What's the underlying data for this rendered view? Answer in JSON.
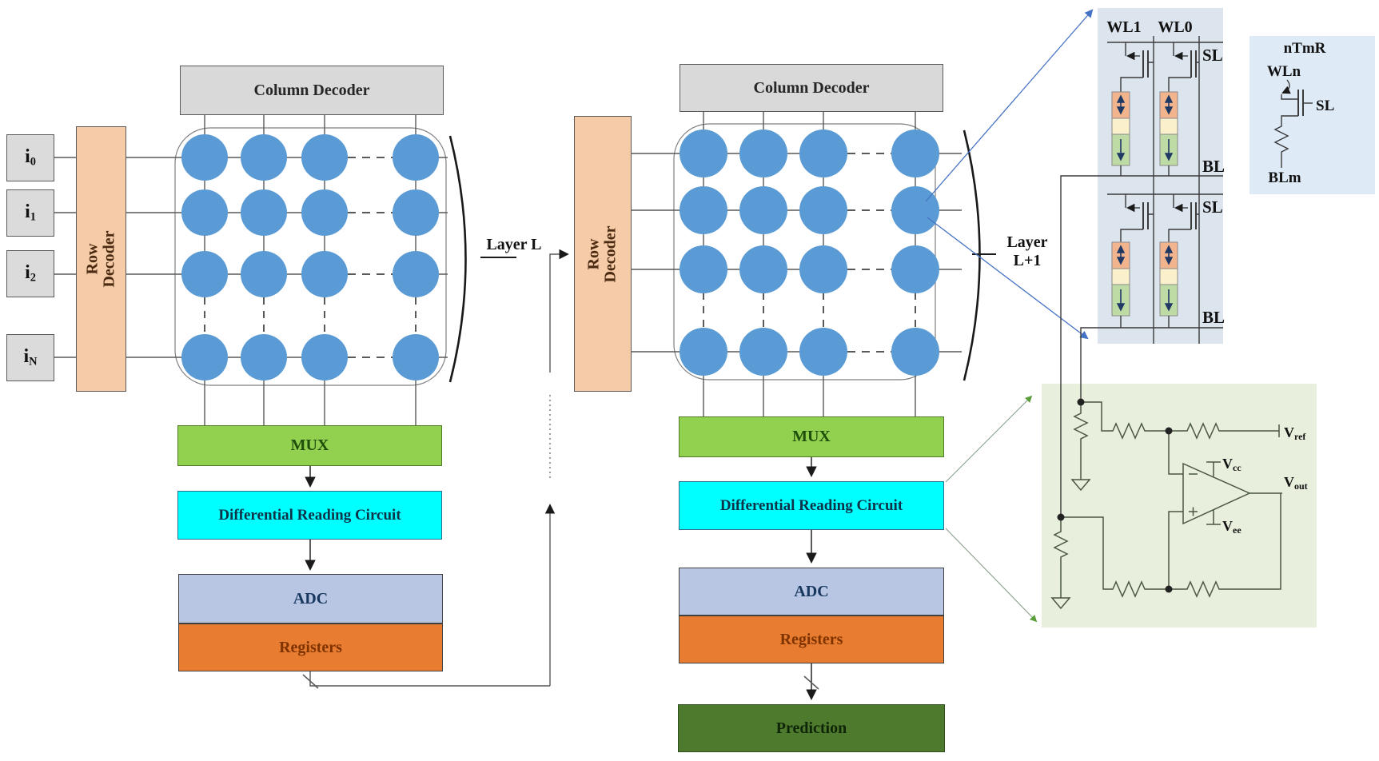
{
  "layer_l": {
    "label": "Layer L",
    "column_decoder": "Column Decoder",
    "row_decoder_line1": "Row",
    "row_decoder_line2": "Decoder",
    "inputs": [
      {
        "base": "i",
        "sub": "0"
      },
      {
        "base": "i",
        "sub": "1"
      },
      {
        "base": "i",
        "sub": "2"
      },
      {
        "base": "i",
        "sub": "N"
      }
    ],
    "mux": "MUX",
    "drc": "Differential Reading Circuit",
    "adc": "ADC",
    "registers": "Registers"
  },
  "layer_next": {
    "label_line1": "Layer",
    "label_line2": "L+1",
    "column_decoder": "Column Decoder",
    "row_decoder_line1": "Row",
    "row_decoder_line2": "Decoder",
    "mux": "MUX",
    "drc": "Differential Reading Circuit",
    "adc": "ADC",
    "registers": "Registers",
    "prediction": "Prediction"
  },
  "cell_detail": {
    "wl1": "WL1",
    "wl0": "WL0",
    "sl": "SL",
    "bl": "BL"
  },
  "ntmr": {
    "title": "nTmR",
    "wln": "WLn",
    "sl": "SL",
    "blm": "BLm"
  },
  "readout": {
    "vref_base": "V",
    "vref_sub": "ref",
    "vcc_base": "V",
    "vcc_sub": "cc",
    "vee_base": "V",
    "vee_sub": "ee",
    "vout_base": "V",
    "vout_sub": "out"
  },
  "colors": {
    "cell_dot": "#5B9BD5",
    "mux": "#92D050",
    "reading_circuit": "#00FFFF",
    "adc": "#B8C6E4",
    "registers": "#E87D31",
    "prediction": "#4E7A2E",
    "row_decoder": "#F6CBA8",
    "column_decoder": "#D9D9D9",
    "panel_blue": "#DCE4EE",
    "panel_green": "#E8EFDC",
    "mtj_orange": "#F2B48C",
    "mtj_cream": "#FBF0CC",
    "mtj_green": "#BFDBA5",
    "callout_blue": "#4472C4",
    "callout_green": "#5a9e3a"
  }
}
